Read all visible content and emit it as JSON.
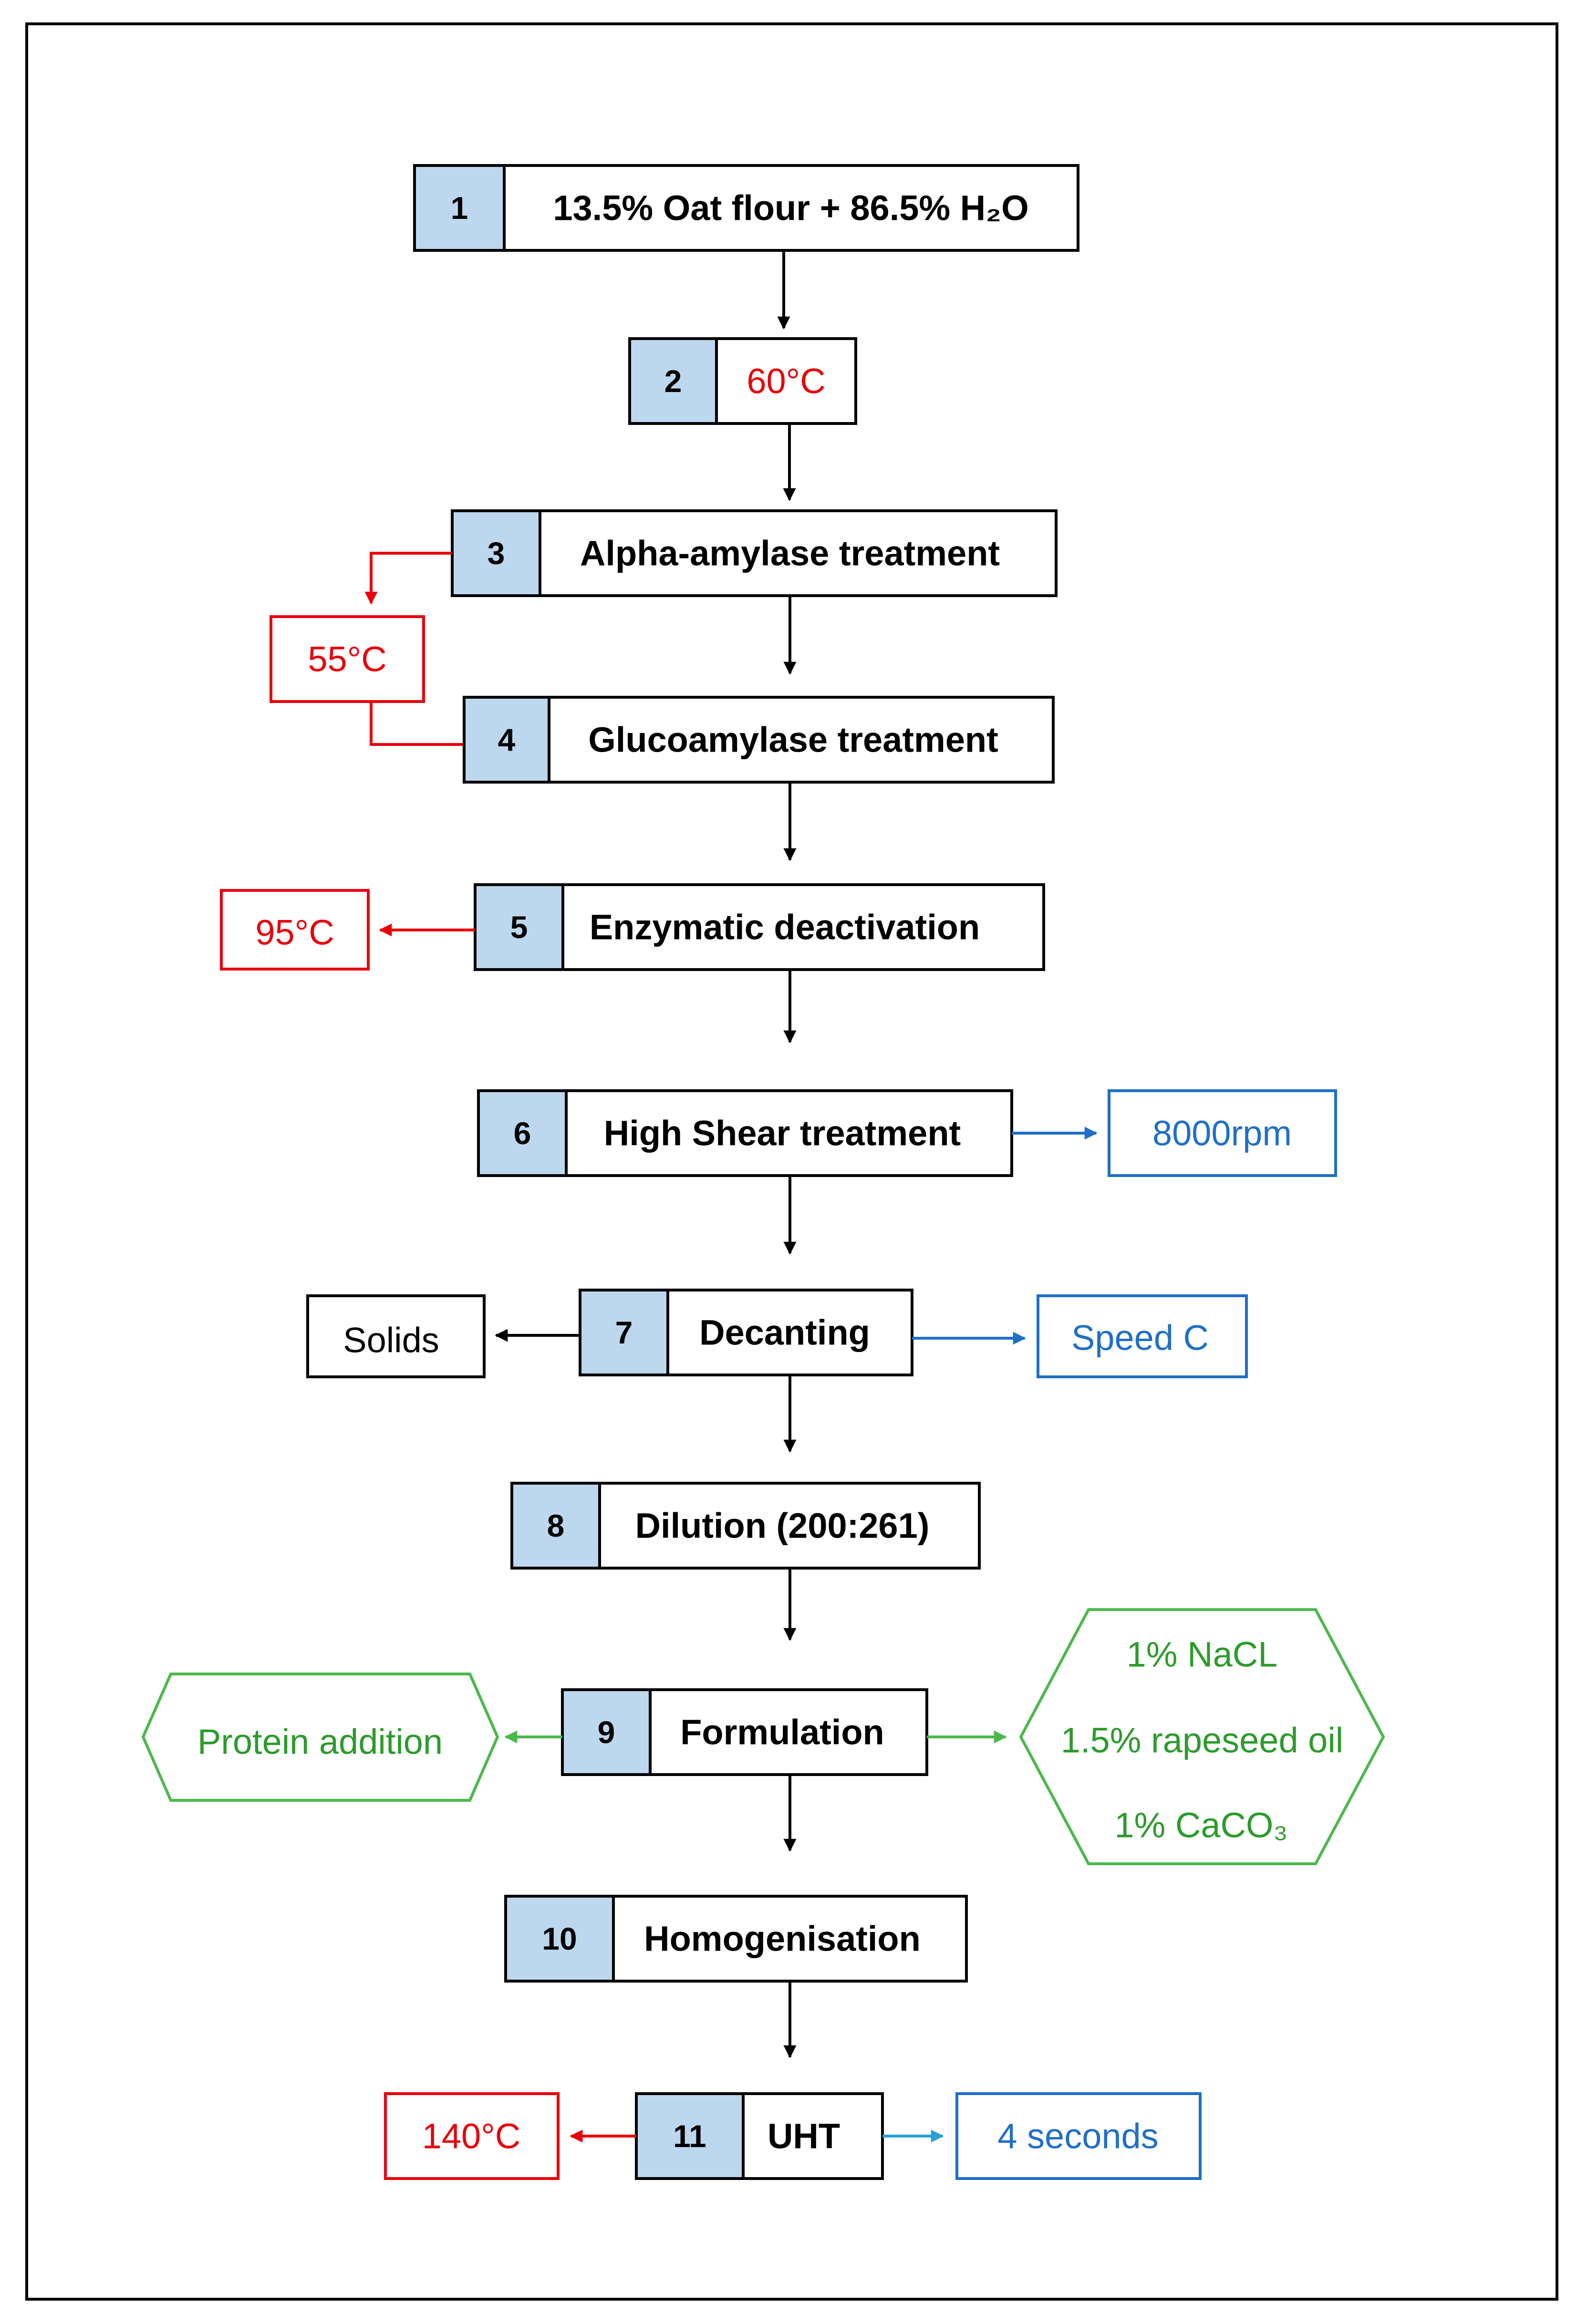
{
  "colors": {
    "step_number_fill": "#bdd7ee",
    "black": "#000000",
    "red": "#e8000b",
    "blue": "#1f6fc7",
    "light_blue": "#28a0d8",
    "green": "#2c9b2c",
    "green_stroke": "#4cb84c"
  },
  "steps": [
    {
      "number": "1",
      "label": "13.5% Oat flour + 86.5% H₂O"
    },
    {
      "number": "2",
      "label": "60°C"
    },
    {
      "number": "3",
      "label": "Alpha-amylase treatment"
    },
    {
      "number": "4",
      "label": "Glucoamylase treatment"
    },
    {
      "number": "5",
      "label": "Enzymatic deactivation"
    },
    {
      "number": "6",
      "label": "High Shear treatment"
    },
    {
      "number": "7",
      "label": "Decanting"
    },
    {
      "number": "8",
      "label": "Dilution (200:261)"
    },
    {
      "number": "9",
      "label": "Formulation"
    },
    {
      "number": "10",
      "label": "Homogenisation"
    },
    {
      "number": "11",
      "label": "UHT"
    }
  ],
  "side_notes": {
    "amylase_temp": "55°C",
    "deactivation_temp": "95°C",
    "shear_speed": "8000rpm",
    "decanting_solids": "Solids",
    "decanting_speed": "Speed C",
    "protein": "Protein addition",
    "additives": [
      "1% NaCL",
      "1.5% rapeseed oil",
      "1% CaCO₃"
    ],
    "uht_temp": "140°C",
    "uht_time": "4 seconds"
  }
}
